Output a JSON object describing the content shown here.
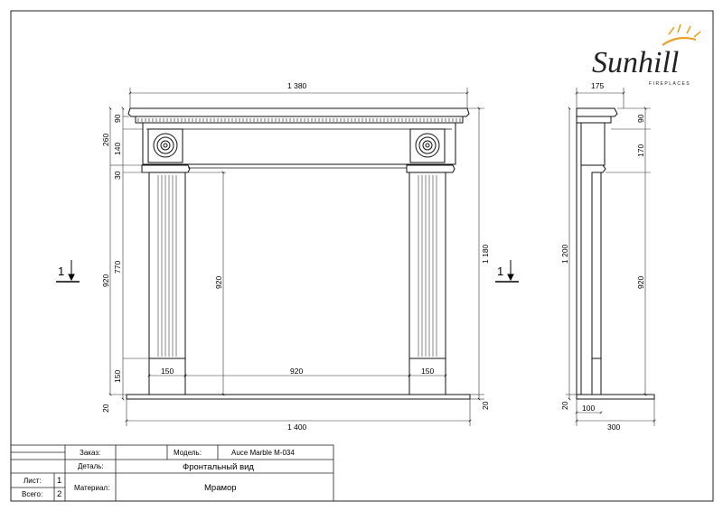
{
  "logo": {
    "brand": "Sunhill",
    "tagline": "FIREPLACES"
  },
  "front": {
    "width_top": "1 380",
    "width_bottom": "1 400",
    "height_total": "1 180",
    "height_920": "920",
    "h_260": "260",
    "h_90": "90",
    "h_140": "140",
    "h_30": "30",
    "h_770": "770",
    "h_150": "150",
    "h_20_left": "20",
    "h_20_right": "20",
    "opening_height": "920",
    "opening_width": "920",
    "pilaster_left": "150",
    "pilaster_right": "150"
  },
  "side": {
    "depth_top": "175",
    "depth_bottom": "300",
    "base_100": "100",
    "h_1200": "1 200",
    "h_90": "90",
    "h_170": "170",
    "h_920": "920",
    "h_20": "20"
  },
  "section_marks": {
    "left": "1",
    "right": "1"
  },
  "title_block": {
    "order_label": "Заказ:",
    "order_value": "",
    "model_label": "Модель:",
    "model_value": "Auce Marble M-034",
    "part_label": "Деталь:",
    "part_value": "Фронтальный вид",
    "sheet_label": "Лист:",
    "sheet_value": "1",
    "total_label": "Всего:",
    "total_value": "2",
    "material_label": "Материал:",
    "material_value": "Мрамор"
  }
}
